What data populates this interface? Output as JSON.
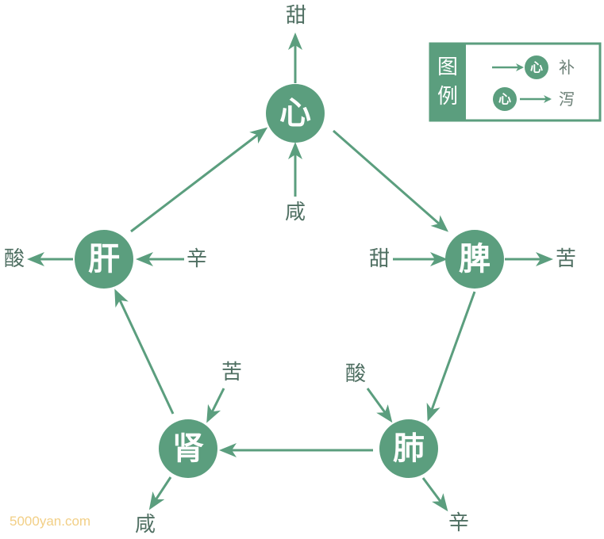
{
  "colors": {
    "green": "#5b9e7e",
    "label": "#4f6f62"
  },
  "nodes": {
    "heart": "心",
    "spleen": "脾",
    "lung": "肺",
    "kidney": "肾",
    "liver": "肝"
  },
  "flavors": {
    "heart_out": "甜",
    "heart_in": "咸",
    "spleen_in": "甜",
    "spleen_out": "苦",
    "lung_in": "酸",
    "lung_out": "辛",
    "kidney_in": "苦",
    "kidney_out": "咸",
    "liver_in": "辛",
    "liver_out": "酸"
  },
  "legend": {
    "title_1": "图",
    "title_2": "例",
    "node": "心",
    "tonify": "补",
    "sedate": "泻"
  },
  "watermark": "5000yan.com"
}
